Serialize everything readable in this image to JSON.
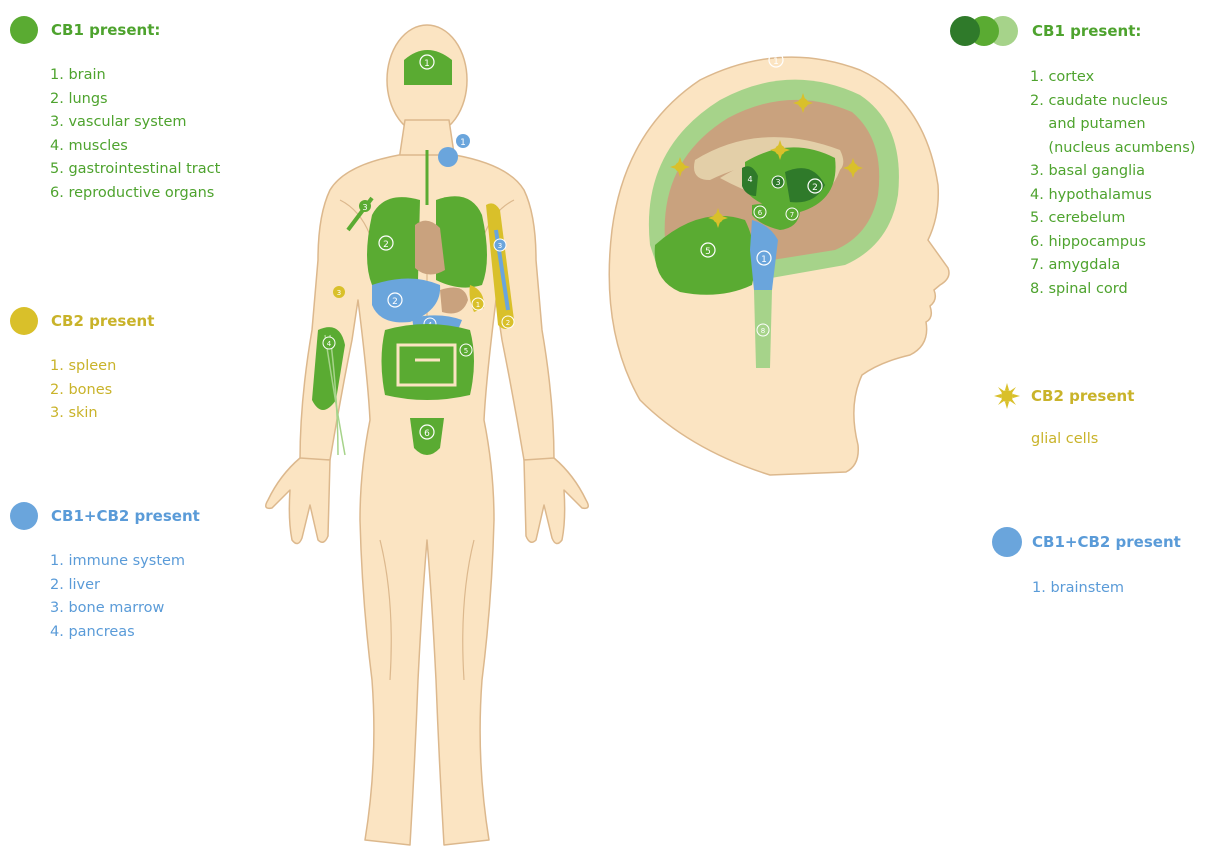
{
  "legend_left": {
    "cb1": {
      "title": "CB1 present:",
      "items": [
        "1. brain",
        "2. lungs",
        "3. vascular system",
        "4. muscles",
        "5. gastrointestinal tract",
        "6. reproductive organs"
      ]
    },
    "cb2": {
      "title": "CB2 present",
      "items": [
        "1. spleen",
        "2. bones",
        "3. skin"
      ]
    },
    "cb1cb2": {
      "title": "CB1+CB2 present",
      "items": [
        "1. immune system",
        "2. liver",
        "3. bone marrow",
        "4. pancreas"
      ]
    }
  },
  "legend_right": {
    "cb1": {
      "title": "CB1 present:",
      "items": [
        "1. cortex",
        "2. caudate nucleus",
        "    and putamen",
        "    (nucleus acumbens)",
        "3. basal ganglia",
        "4. hypothalamus",
        "5. cerebelum",
        "6. hippocampus",
        "7. amygdala",
        "8. spinal cord"
      ]
    },
    "cb2": {
      "title": "CB2 present",
      "items": [
        "glial cells"
      ]
    },
    "cb1cb2": {
      "title": "CB1+CB2 present",
      "items": [
        "1. brainstem"
      ]
    }
  },
  "body_markers": {
    "brain": "1",
    "lungs": "2",
    "vascular": "3",
    "muscles": "4",
    "gi": "5",
    "reproductive": "6",
    "spleen": "1",
    "bones": "2",
    "skin": "3",
    "immune": "1",
    "liver": "2",
    "marrow": "3",
    "pancreas": "4"
  },
  "head_markers": {
    "cortex": "1",
    "caudate": "2",
    "basal": "3",
    "hypothalamus": "4",
    "cerebelum": "5",
    "hippocampus": "6",
    "amygdala": "7",
    "spinal": "8",
    "brainstem": "1"
  },
  "colors": {
    "cb1": "#5aab32",
    "cb1_dark": "#2f7a2a",
    "cb1_light": "#a6d38a",
    "cb2": "#d9c02a",
    "cb1cb2": "#6aa5dc",
    "skin": "#fbe4c2",
    "skin_line": "#dcb88d",
    "brain_tan": "#c9a27e",
    "brain_beige": "#e3cfa8",
    "label_green": "#4ea32e",
    "label_yellow": "#c9b32a",
    "label_blue": "#5a9bd8"
  }
}
